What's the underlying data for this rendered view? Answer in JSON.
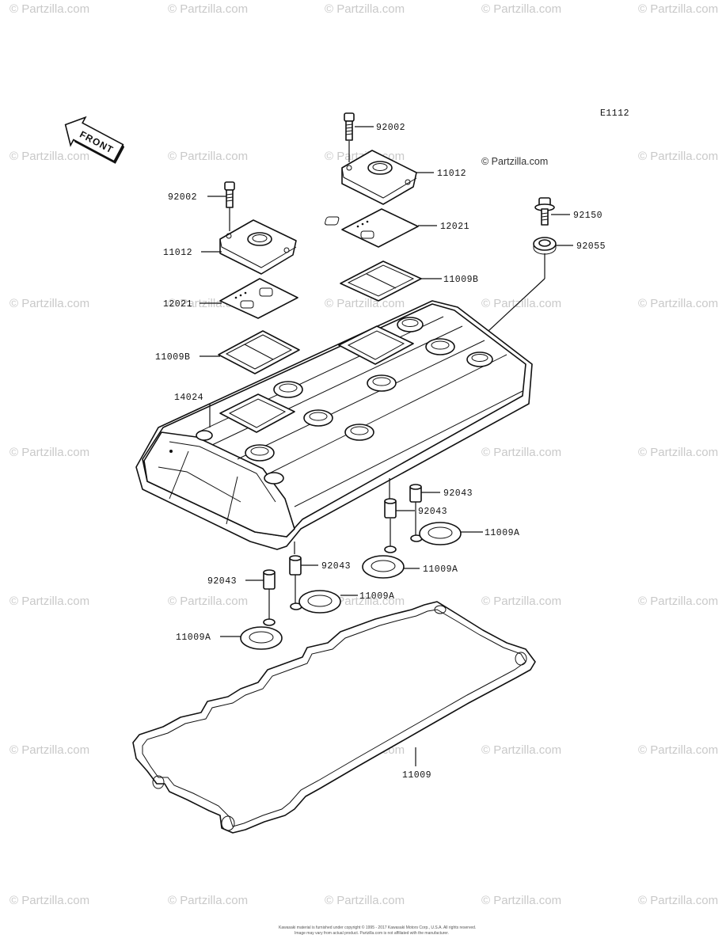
{
  "diagram": {
    "code": "E1112",
    "copyright": "© Partzilla.com",
    "front_label": "FRONT",
    "watermark": "© Partzilla.com",
    "footer_line1": "Kawasaki material is furnished under copyright © 1995 - 2017 Kawasaki Motors Corp., U.S.A. All rights reserved.",
    "footer_line2": "Image may vary from actual product. Partzilla.com is not affiliated with the manufacturer."
  },
  "labels": {
    "top_bolt": "92002",
    "top_cap": "11012",
    "top_plate": "12021",
    "top_gasket": "11009B",
    "bolt_92150": "92150",
    "washer_92055": "92055",
    "left_bolt": "92002",
    "left_cap": "11012",
    "left_plate": "12021",
    "left_gasket": "11009B",
    "cover": "14024",
    "dowel_r1": "92043",
    "dowel_r2": "92043",
    "ring_r1": "11009A",
    "ring_r2": "11009A",
    "dowel_l1": "92043",
    "dowel_l2": "92043",
    "ring_l1": "11009A",
    "ring_l2": "11009A",
    "main_gasket": "11009"
  }
}
